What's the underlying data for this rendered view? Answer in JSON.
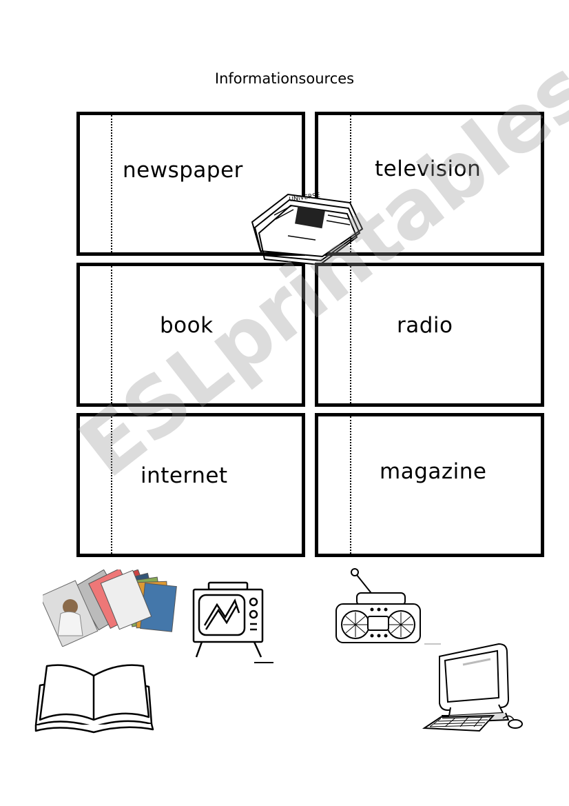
{
  "title": "Informationsources",
  "cards": [
    "newspaper",
    "television",
    "book",
    "radio",
    "internet",
    "magazine"
  ],
  "watermark": "ESLprintables.com",
  "pictures": [
    "newspaper-icon",
    "magazines-icon",
    "tv-icon",
    "radio-icon",
    "book-icon",
    "computer-icon"
  ]
}
